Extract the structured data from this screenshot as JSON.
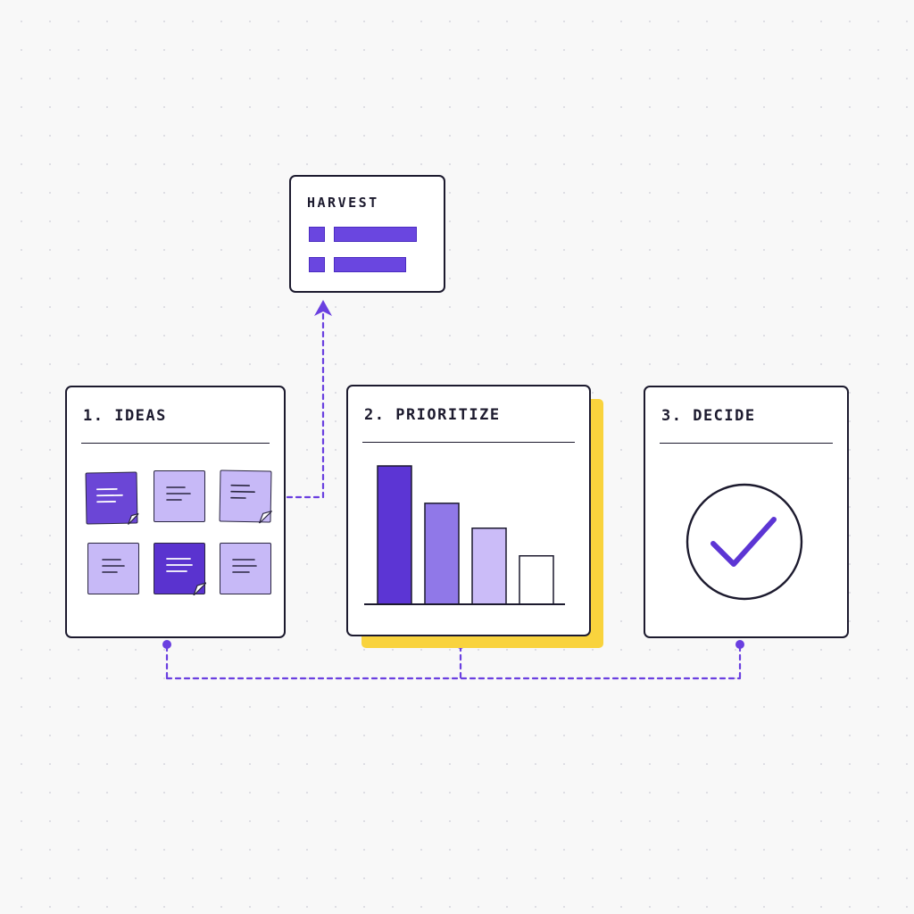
{
  "harvest": {
    "title": "HARVEST",
    "list_items": 2
  },
  "stages": [
    {
      "title": "1. IDEAS",
      "sticky_notes": 6
    },
    {
      "title": "2. PRIORITIZE",
      "highlighted": true
    },
    {
      "title": "3. DECIDE",
      "icon": "check-circle-icon"
    }
  ],
  "chart_data": {
    "type": "bar",
    "categories": [
      "",
      "",
      "",
      ""
    ],
    "values": [
      100,
      73,
      55,
      35
    ],
    "colors": [
      "#5c35d4",
      "#9078e8",
      "#cbbcf8",
      "#ffffff"
    ],
    "title": "",
    "xlabel": "",
    "ylabel": "",
    "ylim": [
      0,
      100
    ]
  },
  "colors": {
    "accent": "#5c35d4",
    "highlight": "#f9d33d",
    "ink": "#1c1a2e",
    "connector": "#6a3fe0"
  }
}
